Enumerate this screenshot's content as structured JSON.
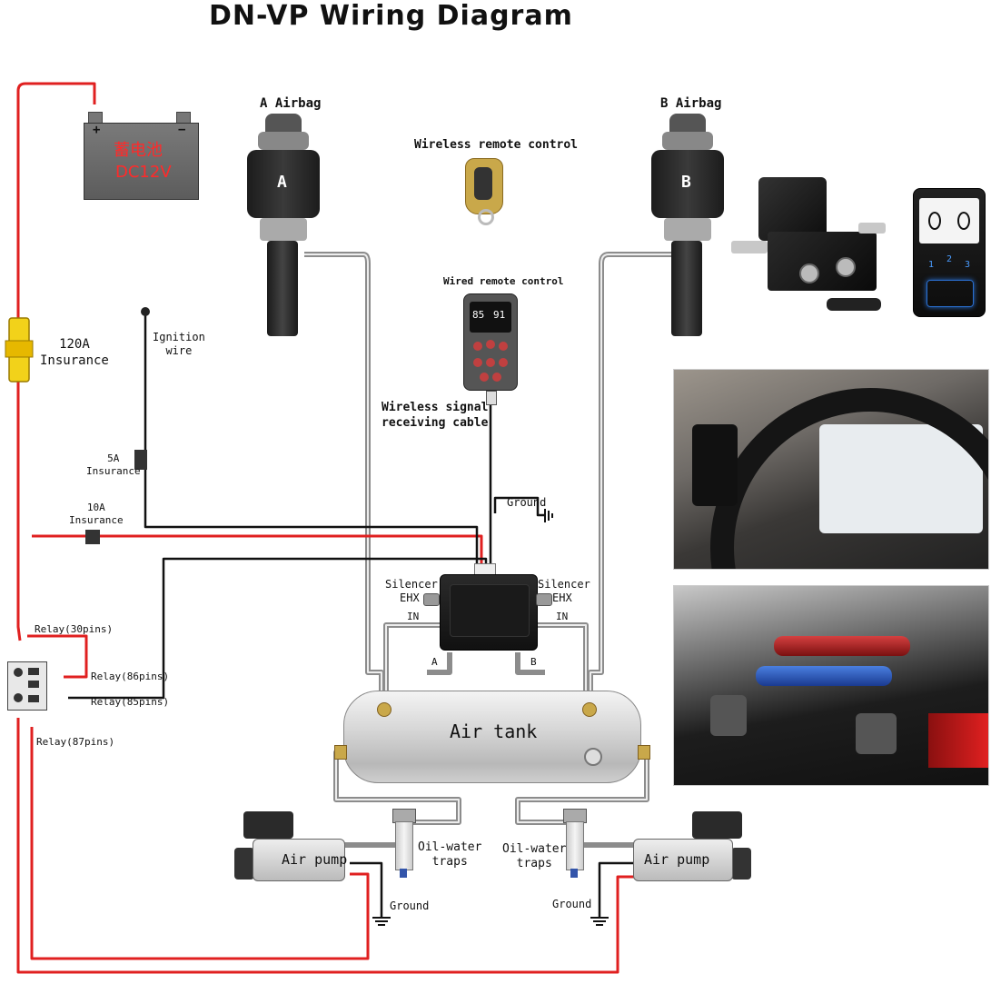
{
  "title": "DN-VP Wiring Diagram",
  "labels": {
    "a_airbag": "A Airbag",
    "b_airbag": "B Airbag",
    "airbag_a_letter": "A",
    "airbag_b_letter": "B",
    "wireless_remote": "Wireless remote control",
    "wired_remote": "Wired remote control",
    "remote_left_value": "85",
    "remote_right_value": "91",
    "battery_line1": "蓄电池",
    "battery_line2": "DC12V",
    "battery_plus": "+",
    "battery_minus": "−",
    "insurance_120a_1": "120A",
    "insurance_120a_2": "Insurance",
    "ignition_1": "Ignition",
    "ignition_2": "wire",
    "insurance_5a_1": "5A",
    "insurance_5a_2": "Insurance",
    "insurance_10a_1": "10A",
    "insurance_10a_2": "Insurance",
    "wireless_signal_1": "Wireless signal",
    "wireless_signal_2": "receiving cable",
    "ground_top": "Ground",
    "silencer_left_1": "Silencer",
    "silencer_left_2": "EHX",
    "silencer_right_1": "Silencer",
    "silencer_right_2": "EHX",
    "in_left": "IN",
    "in_right": "IN",
    "port_a": "A",
    "port_b": "B",
    "relay_30": "Relay(30pins)",
    "relay_86": "Relay(86pins)",
    "relay_85": "Relay(85pins)",
    "relay_87": "Relay(87pins)",
    "air_tank": "Air tank",
    "air_pump_left": "Air pump",
    "air_pump_right": "Air pump",
    "oil_water_left_1": "Oil-water",
    "oil_water_left_2": "traps",
    "oil_water_right_1": "Oil-water",
    "oil_water_right_2": "traps",
    "ground_left": "Ground",
    "ground_right": "Ground",
    "kit_switch_1": "2",
    "kit_switch_2": "3",
    "kit_switch_3": "1"
  },
  "colors": {
    "red_wire": "#e02020",
    "black_wire": "#111111",
    "air_line": "#9a9a9a",
    "battery_body": "#6a6a6a",
    "battery_text": "#ff2a2a",
    "fuse_yellow": "#f2d21a"
  }
}
